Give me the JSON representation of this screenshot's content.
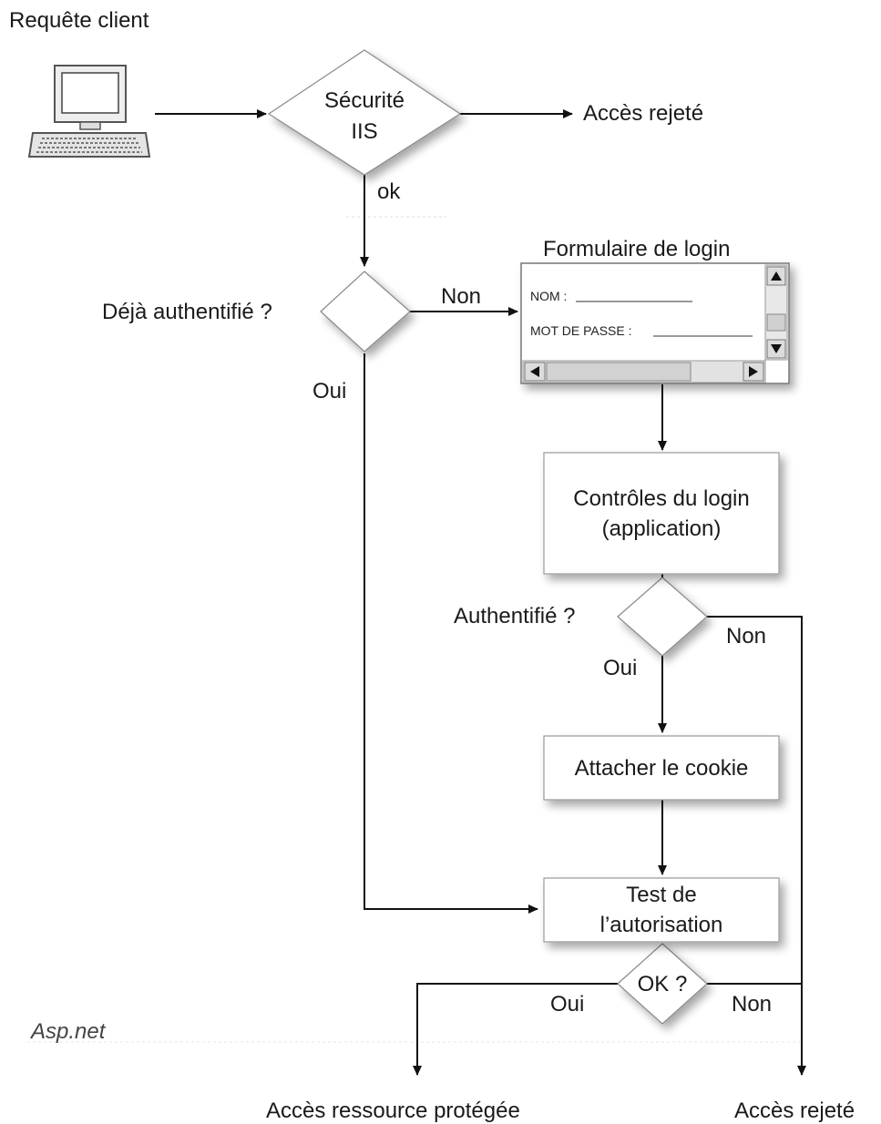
{
  "labels": {
    "request_client": "Requête client",
    "iis_line1": "Sécurité",
    "iis_line2": "IIS",
    "ok": "ok",
    "rejected_top": "Accès rejeté",
    "already_auth": "Déjà authentifié ?",
    "non_1": "Non",
    "oui_1": "Oui",
    "login_form_title": "Formulaire de login",
    "form_name_label": "NOM :",
    "form_password_label": "MOT DE PASSE :",
    "login_checks_line1": "Contrôles du login",
    "login_checks_line2": "(application)",
    "authenticated": "Authentifié ?",
    "non_2": "Non",
    "oui_2": "Oui",
    "attach_cookie": "Attacher le cookie",
    "auth_test_line1": "Test de",
    "auth_test_line2": "l’autorisation",
    "ok_question": "OK ?",
    "oui_3": "Oui",
    "non_3": "Non",
    "aspnet": "Asp.net",
    "access_protected": "Accès ressource protégée",
    "rejected_bottom": "Accès rejeté"
  }
}
